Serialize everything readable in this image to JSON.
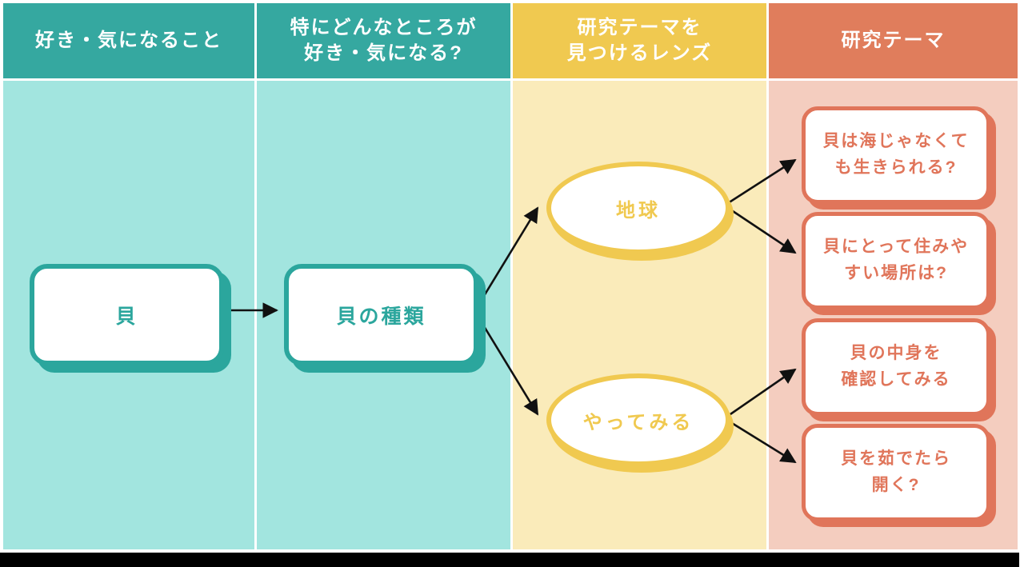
{
  "columns": [
    {
      "id": "likes",
      "header": {
        "lines": [
          "好き・気になること"
        ]
      }
    },
    {
      "id": "aspects",
      "header": {
        "lines": [
          "特にどんなところが",
          "好き・気になる?"
        ]
      }
    },
    {
      "id": "lens",
      "header": {
        "lines": [
          "研究テーマを",
          "見つけるレンズ"
        ]
      }
    },
    {
      "id": "themes",
      "header": {
        "lines": [
          "研究テーマ"
        ]
      }
    }
  ],
  "nodes": {
    "like": {
      "label": "貝"
    },
    "aspect": {
      "label": "貝の種類"
    },
    "lens1": {
      "label": "地球"
    },
    "lens2": {
      "label": "やってみる"
    },
    "theme1": {
      "lines": [
        "貝は海じゃなくて",
        "も生きられる?"
      ]
    },
    "theme2": {
      "lines": [
        "貝にとって住みや",
        "すい場所は?"
      ]
    },
    "theme3": {
      "lines": [
        "貝の中身を",
        "確認してみる"
      ]
    },
    "theme4": {
      "lines": [
        "貝を茹でたら",
        "開く?"
      ]
    }
  },
  "colors": {
    "teal_header": "#35A8A0",
    "mint_body": "#A2E5DF",
    "yellow_header": "#F0C950",
    "paleyellow_body": "#FAEBBA",
    "salmon_header": "#E07D5C",
    "palesalmon_body": "#F4CDBF",
    "teal_accent": "#2BA69D",
    "salmon_accent": "#E0755A",
    "arrow": "#111111"
  }
}
